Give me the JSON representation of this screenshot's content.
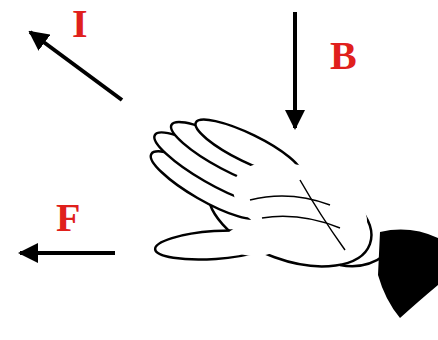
{
  "diagram": {
    "labels": [
      "I",
      "B",
      "F"
    ]
  }
}
